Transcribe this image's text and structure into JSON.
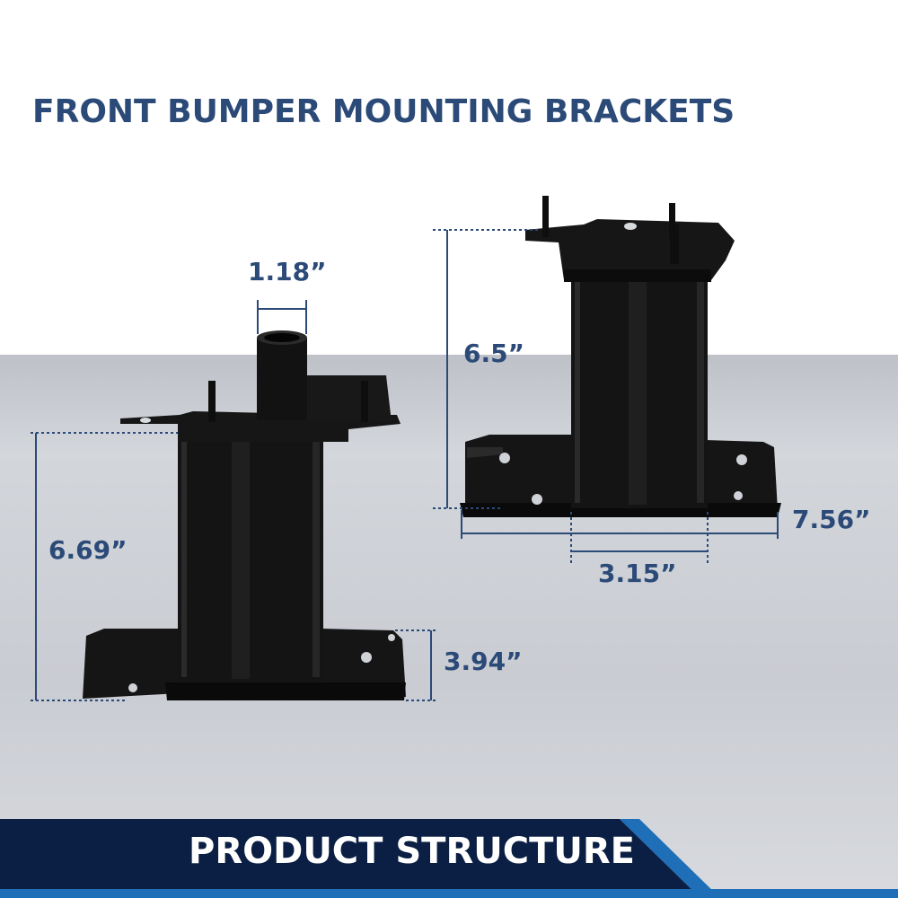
{
  "title": "FRONT BUMPER MOUNTING BRACKETS",
  "left_bracket": {
    "tube_width": "1.18”",
    "height": "6.69”",
    "base_height": "3.94”"
  },
  "right_bracket": {
    "height": "6.5”",
    "base_width": "7.56”",
    "body_width": "3.15”"
  },
  "banner": {
    "label": "PRODUCT STRUCTURE"
  },
  "colors": {
    "title": "#2b4a78",
    "banner_dark": "#0b1f44",
    "banner_accent": "#1e6fb8",
    "bracket": "#111111"
  }
}
